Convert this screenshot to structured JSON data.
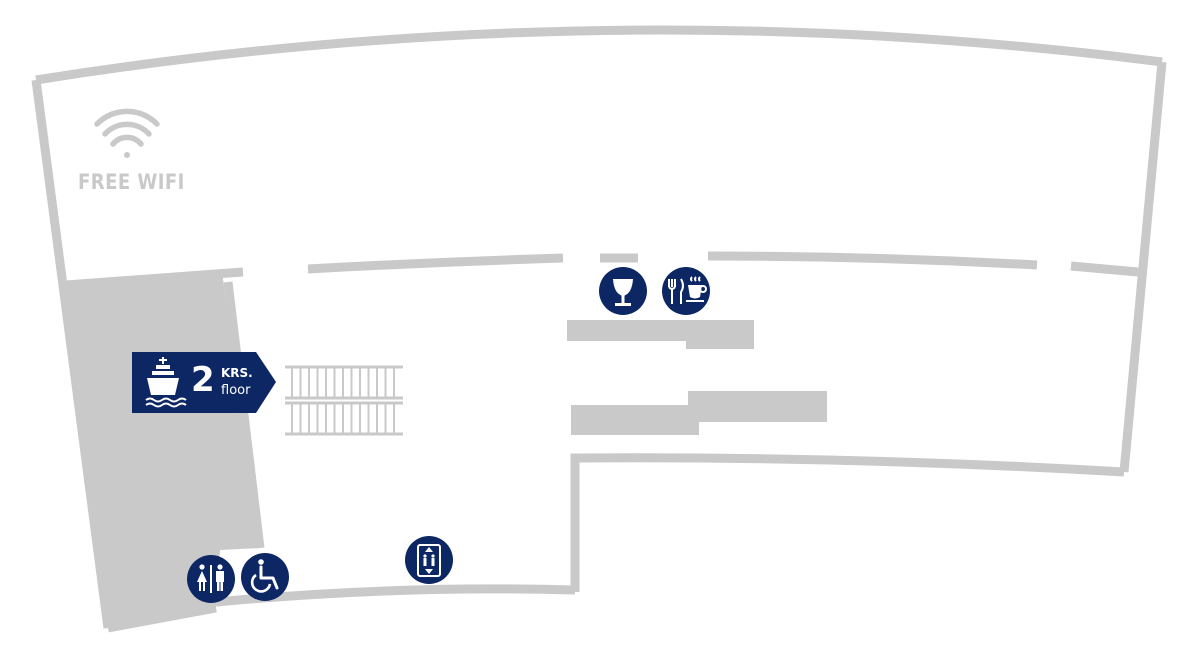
{
  "wifi": {
    "label": "FREE WIFI",
    "icon": "wifi-icon"
  },
  "floor_sign": {
    "number": "2",
    "suffix": "KRS.",
    "word": "floor",
    "icon": "ship-icon"
  },
  "amenities": [
    {
      "name": "bar",
      "icon": "wine-glass-icon"
    },
    {
      "name": "restaurant-cafe",
      "icon": "fork-knife-coffee-icon"
    },
    {
      "name": "elevator",
      "icon": "elevator-icon"
    },
    {
      "name": "toilets",
      "icon": "restroom-icon"
    },
    {
      "name": "accessible",
      "icon": "wheelchair-icon"
    }
  ],
  "colors": {
    "navy": "#0d2764",
    "wall": "#c9c9c9",
    "background": "#ffffff"
  }
}
